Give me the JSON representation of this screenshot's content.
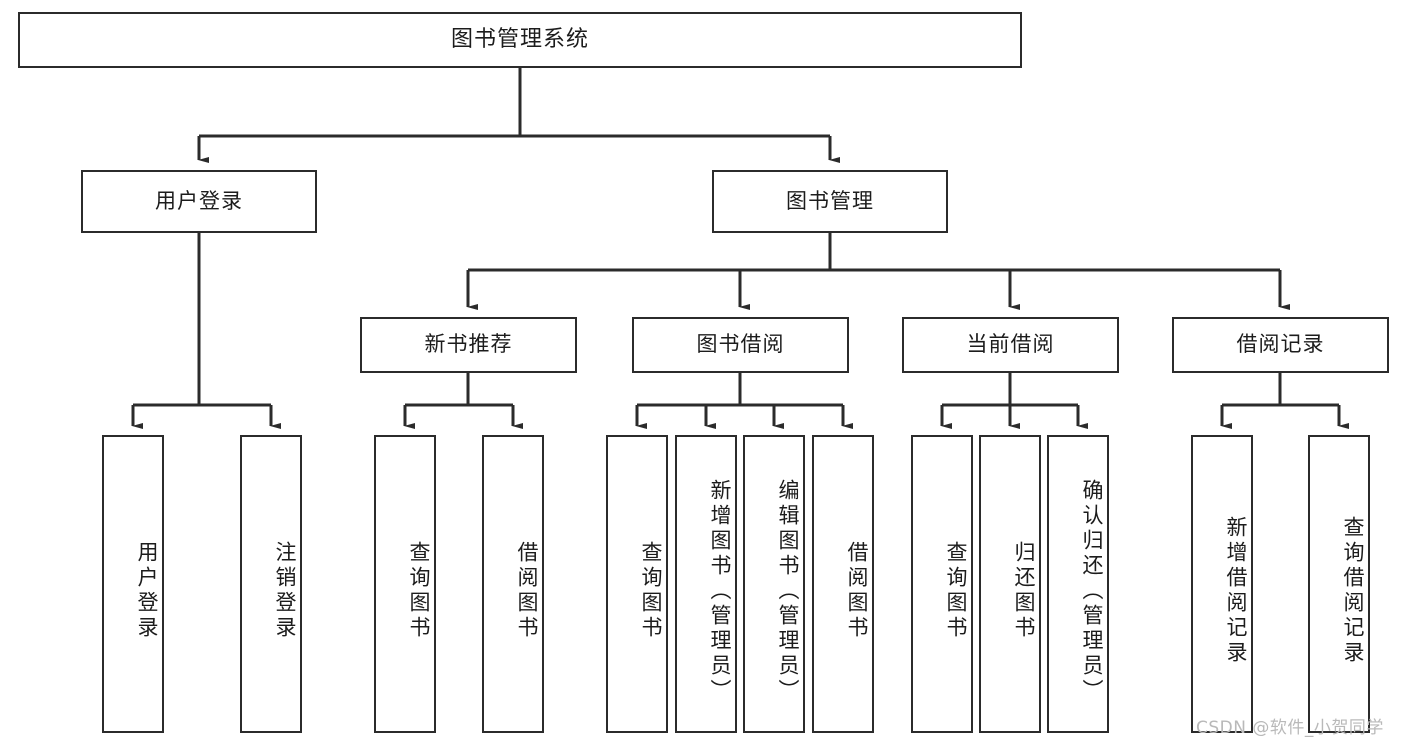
{
  "diagram": {
    "title": "图书管理系统",
    "type": "tree-hierarchy",
    "watermark": "CSDN @软件_小贺同学",
    "colors": {
      "background": "#ffffff",
      "box_border": "#2b2b2b",
      "box_fill": "#ffffff",
      "connector": "#2b2b2b",
      "text": "#1c1c1c",
      "watermark": "#b9b9b9"
    },
    "root": {
      "label": "图书管理系统"
    },
    "level2": [
      {
        "label": "用户登录"
      },
      {
        "label": "图书管理"
      }
    ],
    "level3": [
      {
        "label": "新书推荐"
      },
      {
        "label": "图书借阅"
      },
      {
        "label": "当前借阅"
      },
      {
        "label": "借阅记录"
      }
    ],
    "leaves": {
      "user_login": [
        {
          "label": "用户登录"
        },
        {
          "label": "注销登录"
        }
      ],
      "new_book_recommend": [
        {
          "label": "查询图书"
        },
        {
          "label": "借阅图书"
        }
      ],
      "book_borrow": [
        {
          "label": "查询图书"
        },
        {
          "label": "新增图书（管理员）"
        },
        {
          "label": "编辑图书（管理员）"
        },
        {
          "label": "借阅图书"
        }
      ],
      "current_borrow": [
        {
          "label": "查询图书"
        },
        {
          "label": "归还图书"
        },
        {
          "label": "确认归还（管理员）"
        }
      ],
      "borrow_record": [
        {
          "label": "新增借阅记录"
        },
        {
          "label": "查询借阅记录"
        }
      ]
    }
  }
}
